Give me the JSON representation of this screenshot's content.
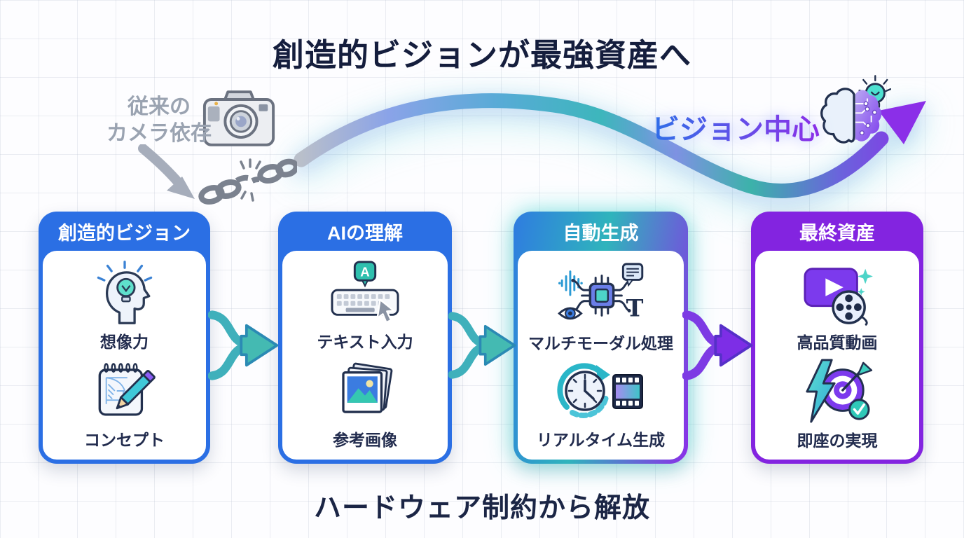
{
  "title": "創造的ビジョンが最強資産へ",
  "footer": "ハードウェア制約から解放",
  "legacy": {
    "line1": "従来の",
    "line2": "カメラ依存"
  },
  "vision_label": "ビジョン中心",
  "steps": [
    {
      "header": "創造的ビジョン",
      "theme": "blue",
      "items": [
        {
          "icon": "imagination-head-icon",
          "label": "想像力"
        },
        {
          "icon": "concept-notebook-icon",
          "label": "コンセプト"
        }
      ]
    },
    {
      "header": "AIの理解",
      "theme": "blue",
      "items": [
        {
          "icon": "text-input-keyboard-icon",
          "label": "テキスト入力"
        },
        {
          "icon": "reference-images-icon",
          "label": "参考画像"
        }
      ]
    },
    {
      "header": "自動生成",
      "theme": "gradient",
      "items": [
        {
          "icon": "multimodal-chip-icon",
          "label": "マルチモーダル処理"
        },
        {
          "icon": "realtime-generation-icon",
          "label": "リアルタイム生成"
        }
      ]
    },
    {
      "header": "最終資産",
      "theme": "purple",
      "items": [
        {
          "icon": "high-quality-video-icon",
          "label": "高品質動画"
        },
        {
          "icon": "instant-realization-icon",
          "label": "即座の実現"
        }
      ]
    }
  ],
  "icon_glyphs": {
    "a_bubble": "A",
    "t_letter": "T"
  },
  "colors": {
    "blue": "#2b6fe4",
    "teal": "#3ab4ae",
    "purple": "#8b2fe8",
    "header_purple": "#8324e0",
    "title_text": "#151e3d",
    "gray_label": "#9aa3b1"
  }
}
